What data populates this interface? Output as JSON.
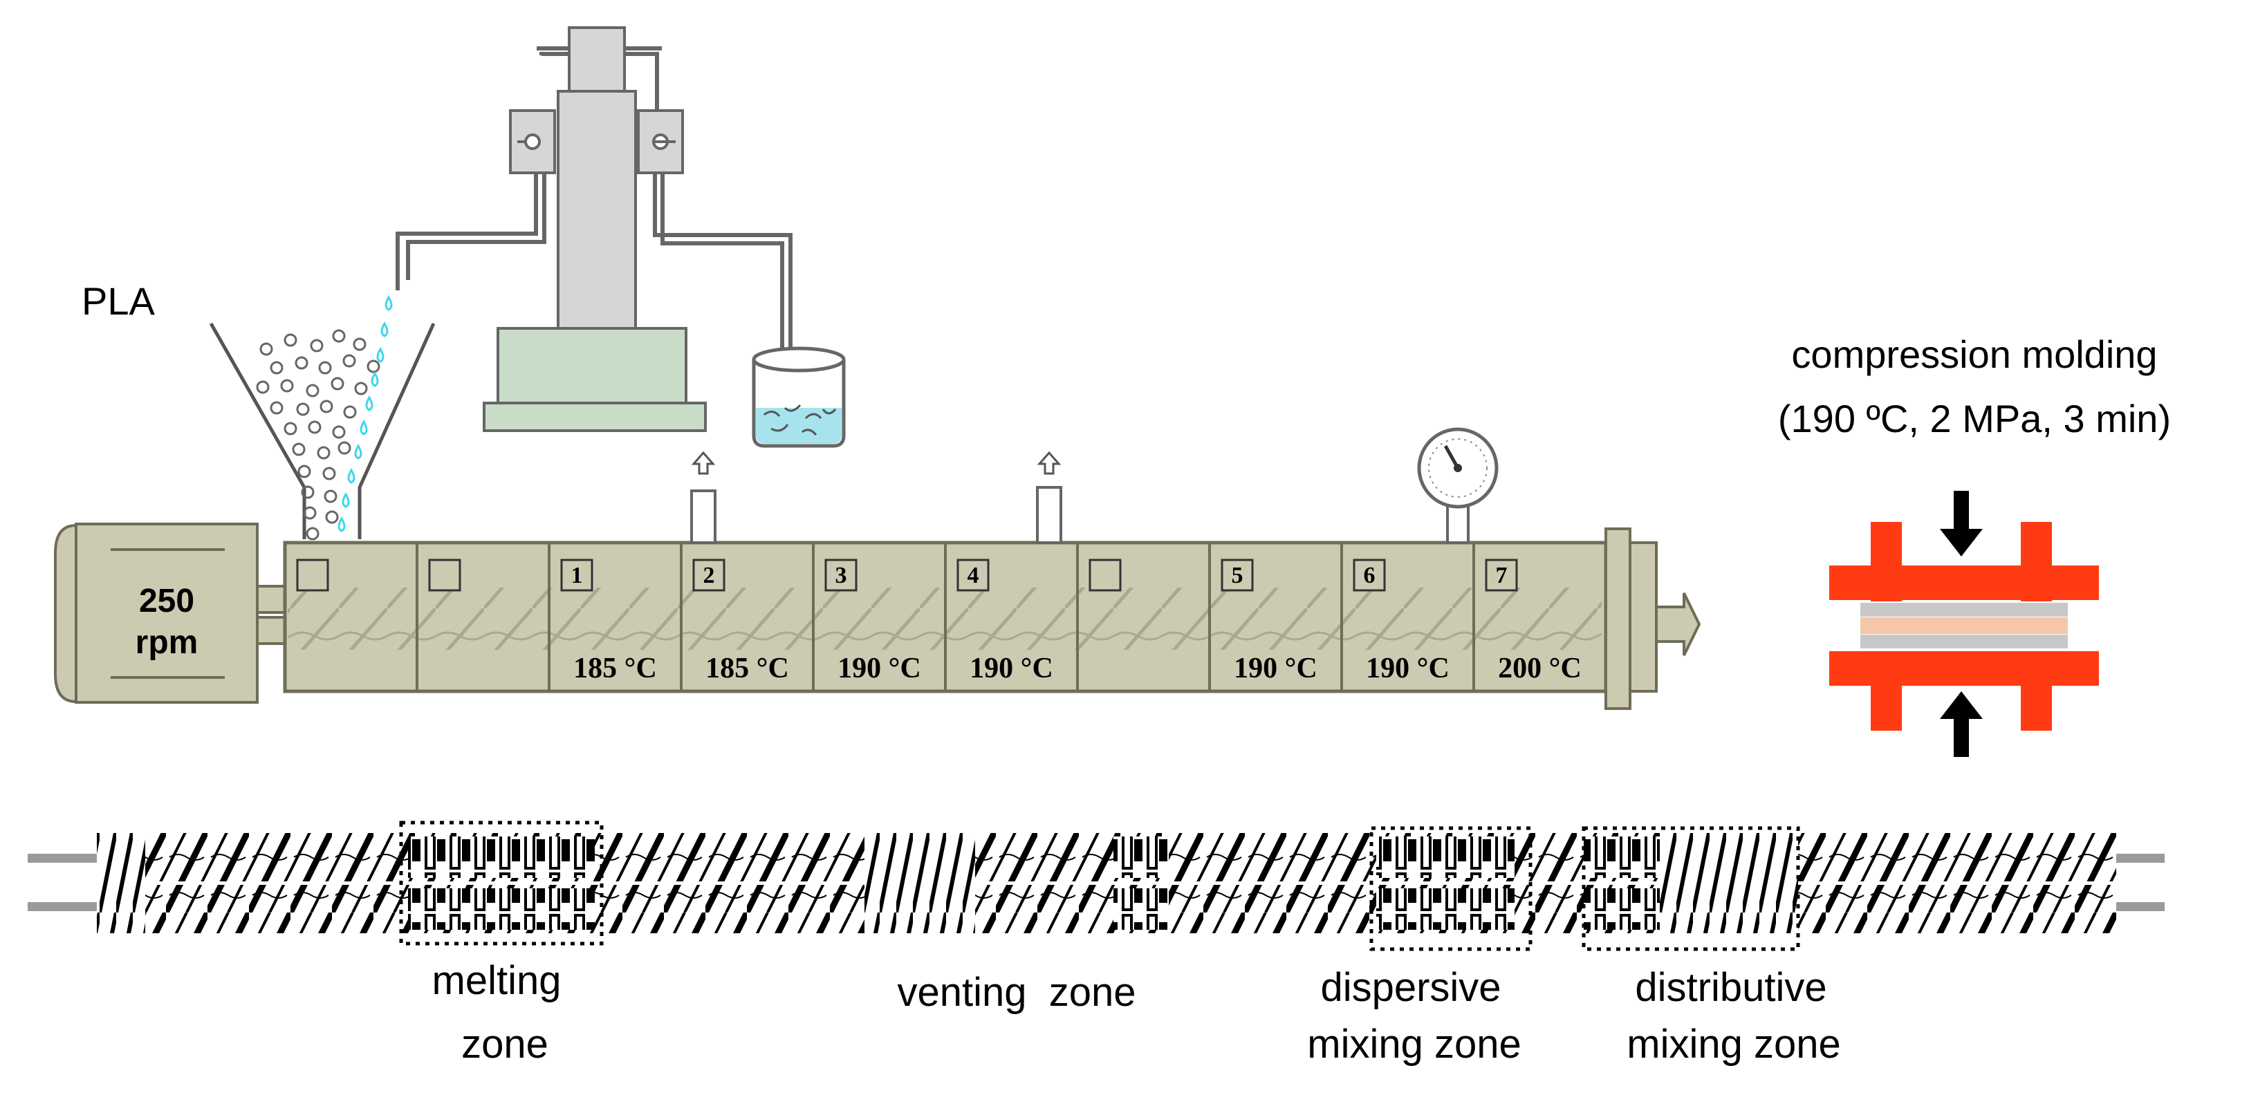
{
  "feed_label": "PLA",
  "motor": {
    "speed_line1": "250",
    "speed_line2": "rpm"
  },
  "barrel_zones": [
    {
      "number": "",
      "temperature": ""
    },
    {
      "number": "",
      "temperature": ""
    },
    {
      "number": "1",
      "temperature": "185 °C"
    },
    {
      "number": "2",
      "temperature": "185 °C"
    },
    {
      "number": "3",
      "temperature": "190 °C"
    },
    {
      "number": "4",
      "temperature": "190 °C"
    },
    {
      "number": "",
      "temperature": ""
    },
    {
      "number": "5",
      "temperature": "190 °C"
    },
    {
      "number": "6",
      "temperature": "190 °C"
    },
    {
      "number": "7",
      "temperature": "200 °C"
    }
  ],
  "compression_molding": {
    "title": "compression molding",
    "conditions": "(190 ºC, 2 MPa, 3 min)"
  },
  "screw_zones": {
    "melting": [
      "melting",
      "zone"
    ],
    "venting": [
      "venting  zone"
    ],
    "dispersive": [
      "dispersive",
      "mixing zone"
    ],
    "distributive": [
      "distributive",
      "mixing zone"
    ]
  },
  "colors": {
    "barrel": "#cdcab2",
    "barrel_stroke": "#6f6c58",
    "pump_gray": "#d6d6d6",
    "pump_base": "#c9dcc8",
    "water": "#a6e3ec",
    "droplet": "#3fd6ea",
    "press_plate": "#ff3b14",
    "press_sample": "#f6c6a8",
    "press_spacer": "#c8c8c8"
  }
}
